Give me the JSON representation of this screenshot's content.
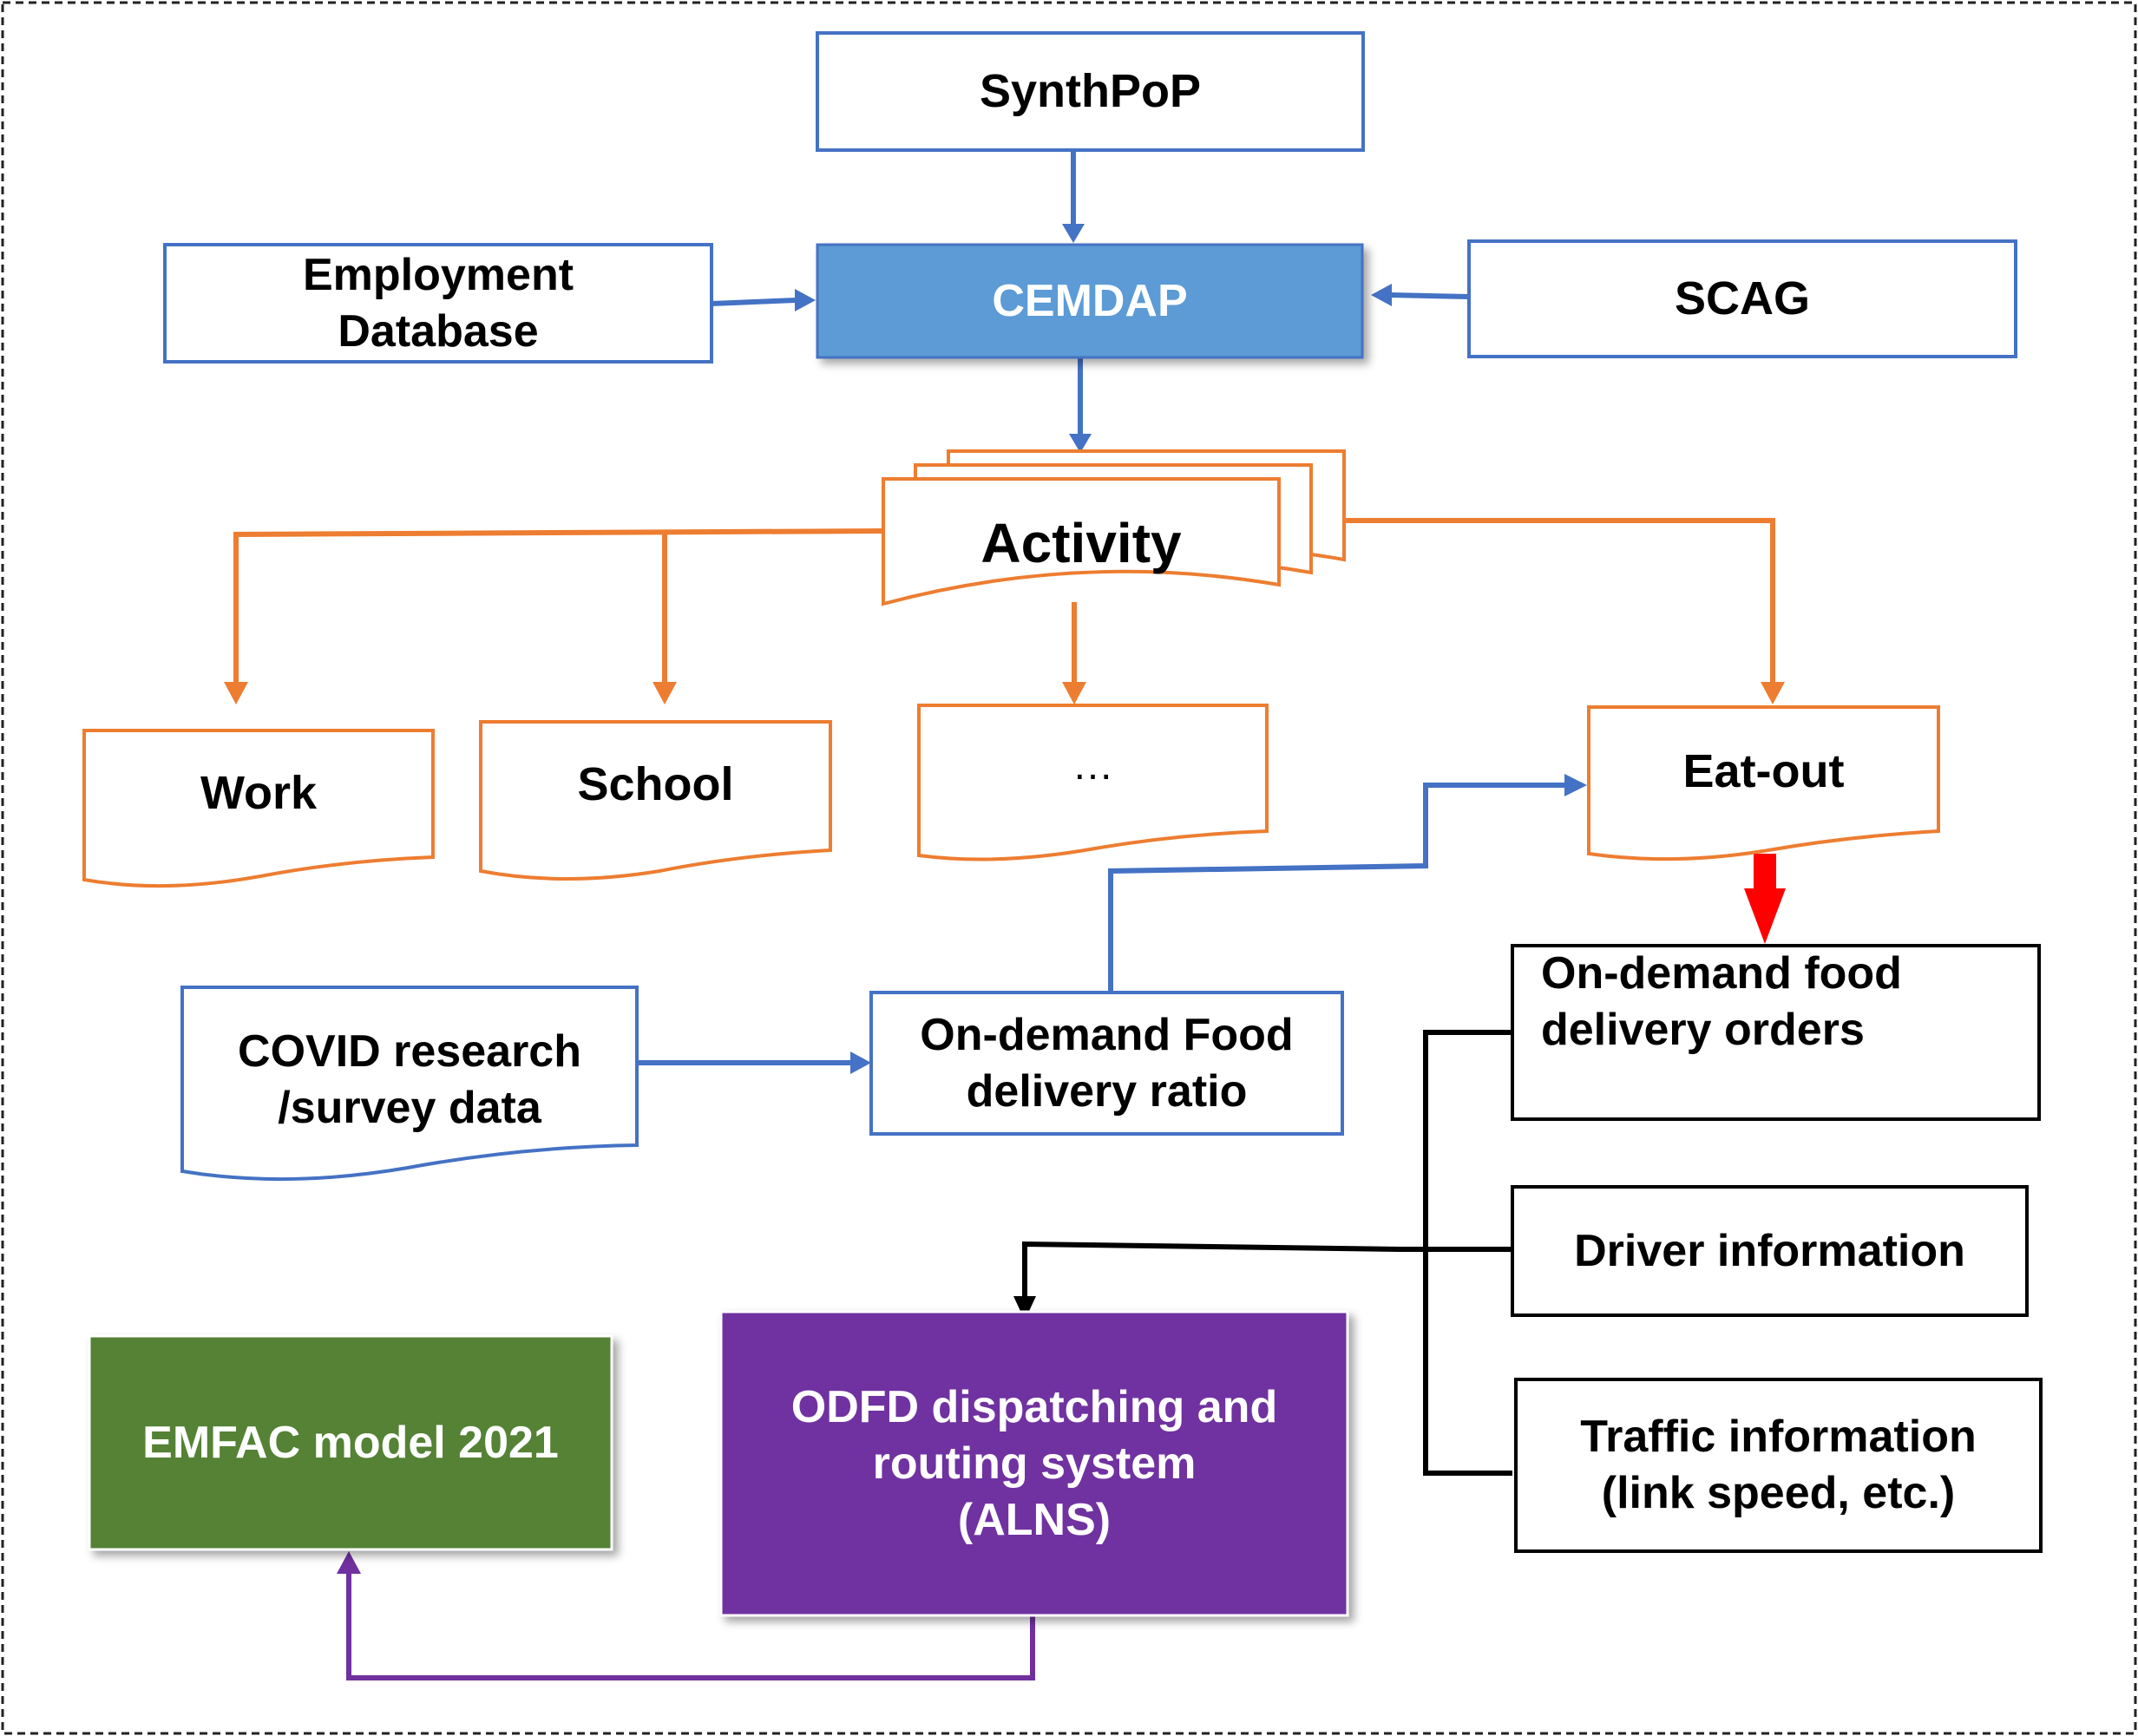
{
  "colors": {
    "blue": "#4472C4",
    "cemdap_fill": "#5B9BD5",
    "orange": "#ED7D31",
    "red": "#FF0000",
    "purple": "#7030A0",
    "green": "#548235",
    "black": "#000000"
  },
  "nodes": {
    "synthpop": "SynthPoP",
    "employment": [
      "Employment",
      "Database"
    ],
    "cemdap": "CEMDAP",
    "scag": "SCAG",
    "activity": "Activity",
    "work": "Work",
    "school": "School",
    "ellipsis": "…",
    "eatout": "Eat-out",
    "covid": [
      "COVID research",
      "/survey data"
    ],
    "ratio": [
      "On-demand Food",
      "delivery ratio"
    ],
    "orders": [
      "On-demand food",
      "delivery orders"
    ],
    "driver": "Driver information",
    "traffic": [
      "Traffic information",
      "(link speed, etc.)"
    ],
    "emfac": "EMFAC model 2021",
    "odfd": [
      "ODFD dispatching and",
      "routing system",
      "(ALNS)"
    ]
  }
}
